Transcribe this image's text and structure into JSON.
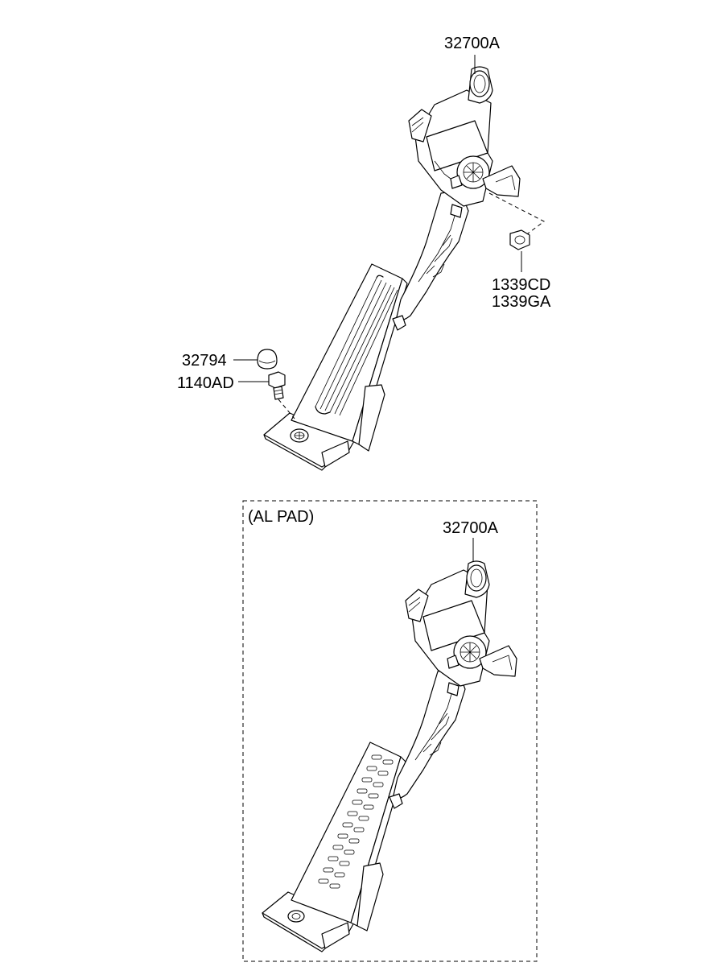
{
  "upper_assembly": {
    "callouts": {
      "pedal_assembly": "32700A",
      "cap": "32794",
      "bolt": "1140AD",
      "nut_line1": "1339CD",
      "nut_line2": "1339GA"
    }
  },
  "al_pad_variant": {
    "box_label": "(AL PAD)",
    "callouts": {
      "pedal_assembly": "32700A"
    }
  }
}
